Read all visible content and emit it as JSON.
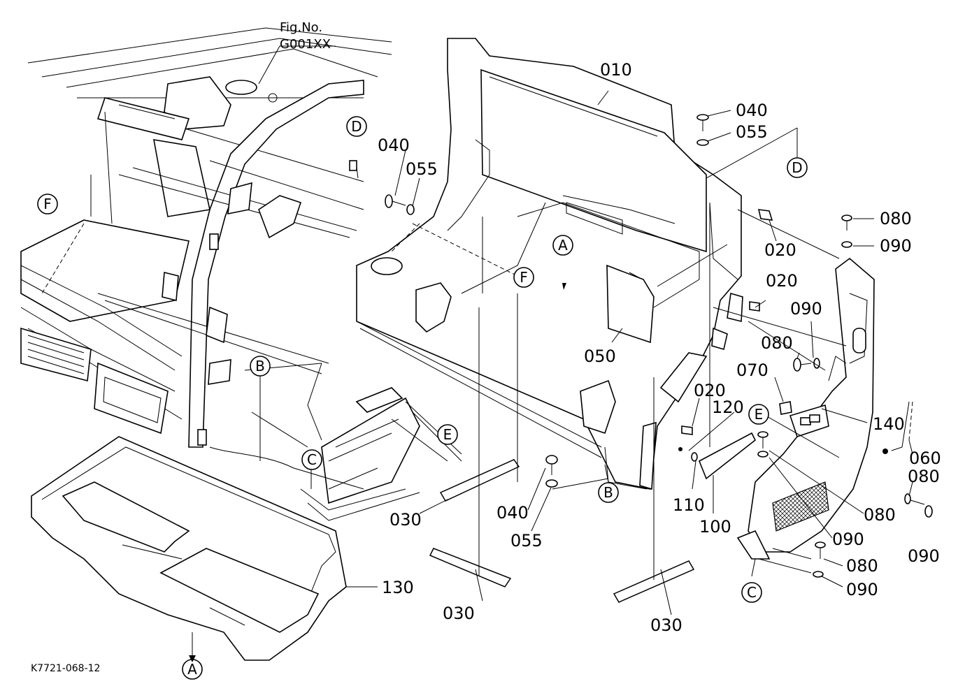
{
  "figure_ref": {
    "line1": "Fig.No.",
    "line2": "G001XX"
  },
  "drawing_code": "K7721-068-12",
  "part_labels": {
    "p010": "010",
    "p020a": "020",
    "p020b": "020",
    "p020c": "020",
    "p030a": "030",
    "p030b": "030",
    "p030c": "030",
    "p040a": "040",
    "p040b": "040",
    "p040c": "040",
    "p050": "050",
    "p055a": "055",
    "p055b": "055",
    "p055c": "055",
    "p060": "060",
    "p070": "070",
    "p080a": "080",
    "p080b": "080",
    "p080c": "080",
    "p080d": "080",
    "p080e": "080",
    "p090a": "090",
    "p090b": "090",
    "p090c": "090",
    "p090d": "090",
    "p090e": "090",
    "p100": "100",
    "p110": "110",
    "p120": "120",
    "p130": "130",
    "p140": "140"
  },
  "ref_markers": {
    "A1": "A",
    "A2": "A",
    "B1": "B",
    "B2": "B",
    "C1": "C",
    "C2": "C",
    "D1": "D",
    "D2": "D",
    "E1": "E",
    "E2": "E",
    "F1": "F",
    "F2": "F"
  }
}
